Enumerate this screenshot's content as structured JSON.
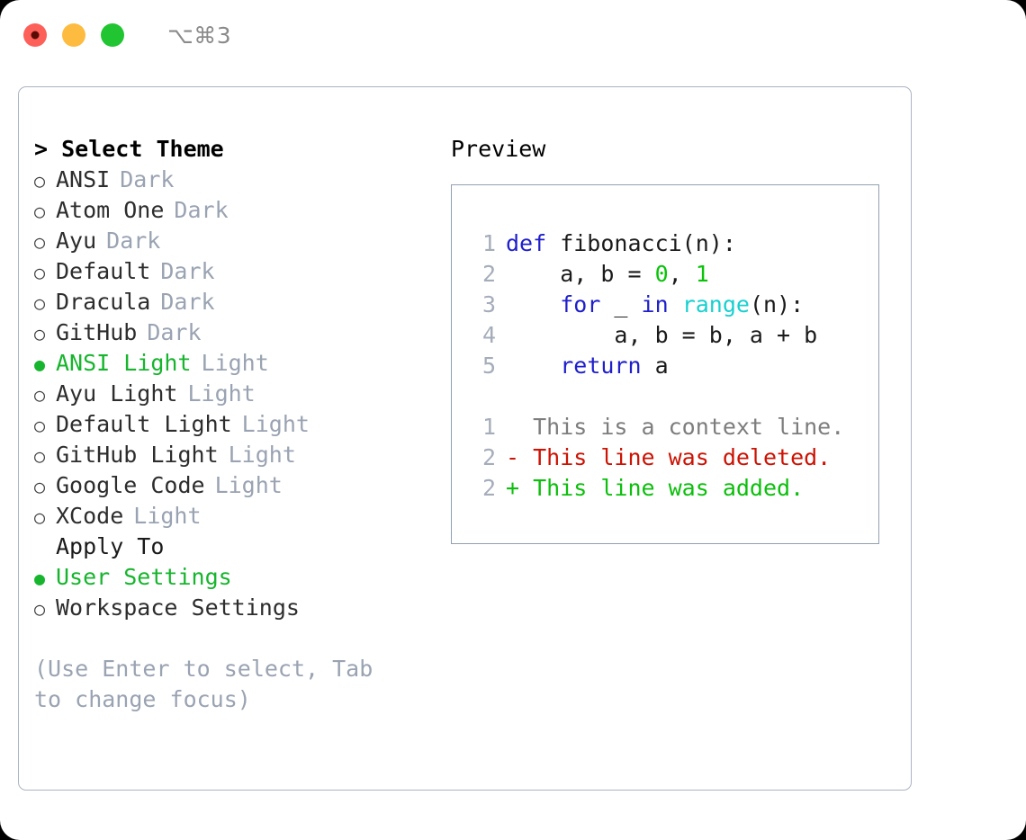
{
  "titlebar": {
    "shortcut": "⌥⌘3",
    "buttons": [
      {
        "name": "close",
        "color": "#fc6059"
      },
      {
        "name": "minimize",
        "color": "#fdbc40"
      },
      {
        "name": "maximize",
        "color": "#21c531"
      }
    ]
  },
  "left": {
    "heading": "> Select Theme",
    "themes": [
      {
        "marker": "○",
        "name": "ANSI",
        "variant": "Dark",
        "selected": false
      },
      {
        "marker": "○",
        "name": "Atom One",
        "variant": "Dark",
        "selected": false
      },
      {
        "marker": "○",
        "name": "Ayu",
        "variant": "Dark",
        "selected": false
      },
      {
        "marker": "○",
        "name": "Default",
        "variant": "Dark",
        "selected": false
      },
      {
        "marker": "○",
        "name": "Dracula",
        "variant": "Dark",
        "selected": false
      },
      {
        "marker": "○",
        "name": "GitHub",
        "variant": "Dark",
        "selected": false
      },
      {
        "marker": "●",
        "name": "ANSI Light",
        "variant": "Light",
        "selected": true
      },
      {
        "marker": "○",
        "name": "Ayu Light",
        "variant": "Light",
        "selected": false
      },
      {
        "marker": "○",
        "name": "Default Light",
        "variant": "Light",
        "selected": false
      },
      {
        "marker": "○",
        "name": "GitHub Light",
        "variant": "Light",
        "selected": false
      },
      {
        "marker": "○",
        "name": "Google Code",
        "variant": "Light",
        "selected": false
      },
      {
        "marker": "○",
        "name": "XCode",
        "variant": "Light",
        "selected": false
      }
    ],
    "apply_to_label": "Apply To",
    "apply_to": [
      {
        "marker": "●",
        "name": "User Settings",
        "selected": true
      },
      {
        "marker": "○",
        "name": "Workspace Settings",
        "selected": false
      }
    ],
    "hint": "(Use Enter to select, Tab to change focus)"
  },
  "right": {
    "heading": "Preview",
    "code": [
      {
        "gutter": "1",
        "tokens": [
          {
            "t": "def",
            "c": "kw"
          },
          {
            "t": " fibonacci(n):",
            "c": "plain"
          }
        ]
      },
      {
        "gutter": "2",
        "tokens": [
          {
            "t": "    a, b = ",
            "c": "plain"
          },
          {
            "t": "0",
            "c": "num"
          },
          {
            "t": ", ",
            "c": "plain"
          },
          {
            "t": "1",
            "c": "num"
          }
        ]
      },
      {
        "gutter": "3",
        "tokens": [
          {
            "t": "    ",
            "c": "plain"
          },
          {
            "t": "for",
            "c": "kw"
          },
          {
            "t": " _ ",
            "c": "plain"
          },
          {
            "t": "in",
            "c": "kw"
          },
          {
            "t": " ",
            "c": "plain"
          },
          {
            "t": "range",
            "c": "fn"
          },
          {
            "t": "(n):",
            "c": "plain"
          }
        ]
      },
      {
        "gutter": "4",
        "tokens": [
          {
            "t": "        a, b = b, a + b",
            "c": "plain"
          }
        ]
      },
      {
        "gutter": "5",
        "tokens": [
          {
            "t": "    ",
            "c": "plain"
          },
          {
            "t": "return",
            "c": "kw"
          },
          {
            "t": " a",
            "c": "plain"
          }
        ]
      }
    ],
    "diff": [
      {
        "gutter": "1",
        "text": "  This is a context line.",
        "kind": "ctx"
      },
      {
        "gutter": "2",
        "text": "- This line was deleted.",
        "kind": "del"
      },
      {
        "gutter": "2",
        "text": "+ This line was added.",
        "kind": "add"
      }
    ]
  },
  "colors": {
    "accent_green": "#16b52d",
    "muted": "#9aa3b2",
    "keyword": "#1f1fcc",
    "function": "#18d0cf",
    "number": "#08c408",
    "diff_delete": "#cc1304",
    "diff_add": "#0cbf0c",
    "border": "#aab4c2"
  }
}
